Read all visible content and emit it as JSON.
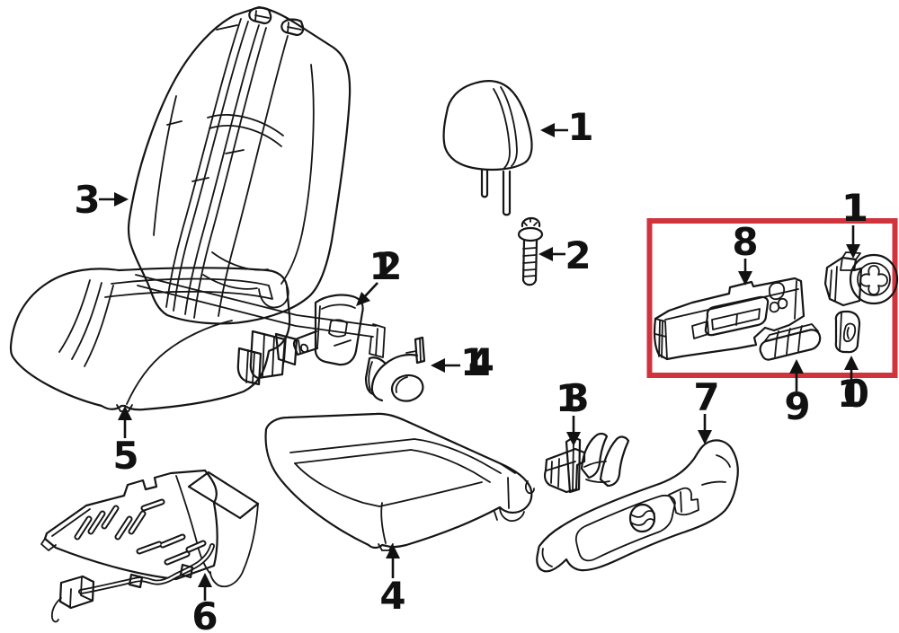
{
  "diagram": {
    "background_color": "#ffffff",
    "ink_color": "#151515",
    "highlight": {
      "color": "#d0333c",
      "contains_labels": [
        "8",
        "9",
        "10",
        "11"
      ]
    },
    "parts": [
      {
        "label": "1"
      },
      {
        "label": "2"
      },
      {
        "label": "3"
      },
      {
        "label": "4"
      },
      {
        "label": "5"
      },
      {
        "label": "6"
      },
      {
        "label": "7"
      },
      {
        "label": "8"
      },
      {
        "label": "9"
      },
      {
        "label": "10"
      },
      {
        "label": "11"
      },
      {
        "label": "12"
      },
      {
        "label": "13"
      },
      {
        "label": "14"
      }
    ]
  }
}
